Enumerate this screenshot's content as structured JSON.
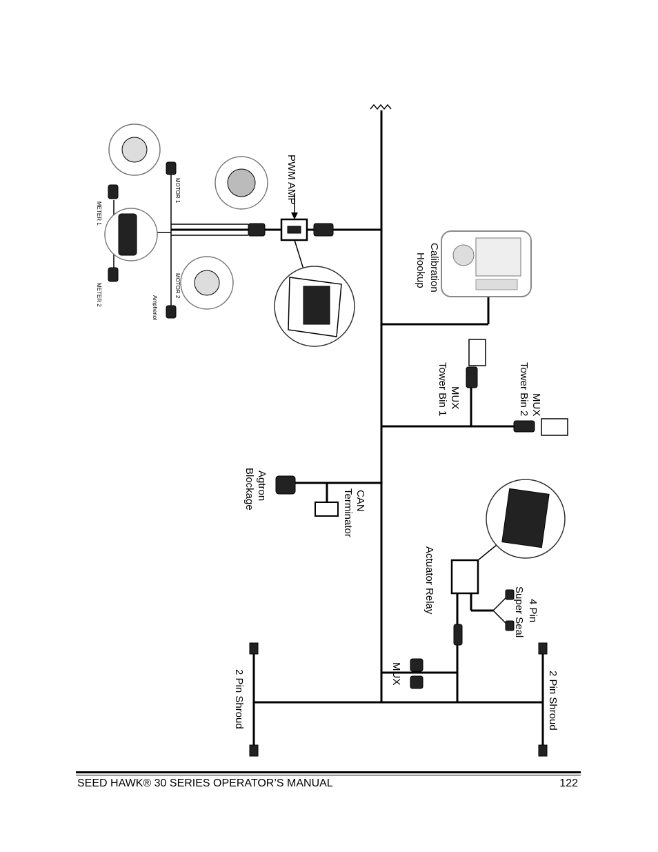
{
  "labels": {
    "pwm_amp": "PWM AMP",
    "calibration": "Calibration",
    "hookup": "Hookup",
    "mux_tower_bin_2_a": "MUX",
    "mux_tower_bin_2_b": "Tower Bin 2",
    "mux_tower_bin_1_a": "MUX",
    "mux_tower_bin_1_b": "Tower Bin 1",
    "can": "CAN",
    "terminator": "Terminator",
    "agtron": "Agtron",
    "blockage": "Blockage",
    "actuator_relay": "Actuator Relay",
    "four_pin_a": "4 Pin",
    "four_pin_b": "Super Seal",
    "mux": "MUX",
    "two_pin_shroud_left": "2 Pin Shroud",
    "two_pin_shroud_right": "2 Pin Shroud",
    "motor_1": "MOTOR 1",
    "motor_2": "MOTOR 2",
    "meter_1": "METER 1",
    "meter_2": "METER 2",
    "ampherol": "Amphenol"
  },
  "footer": {
    "title": "SEED HAWK® 30 SERIES OPERATOR’S MANUAL",
    "page": "122"
  }
}
